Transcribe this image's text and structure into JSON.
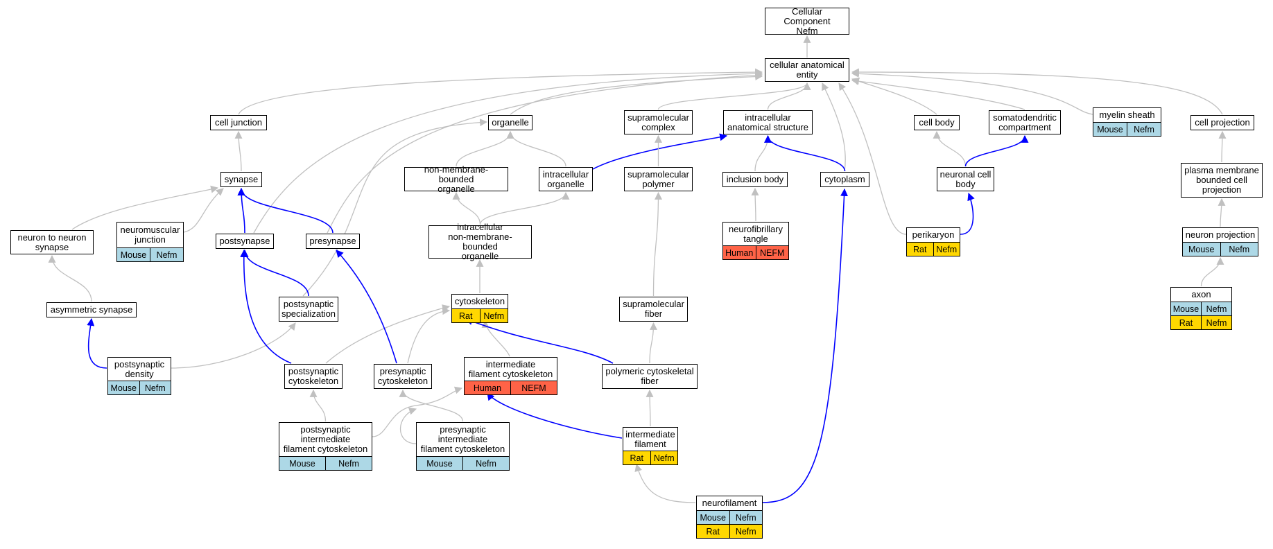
{
  "colors": {
    "is_a_edge": "#c0c0c0",
    "part_of_edge": "#0000ff",
    "mouse_badge": "#add8e6",
    "rat_badge": "#ffd700",
    "human_badge": "#ff6347"
  },
  "nodes": [
    {
      "id": "root",
      "label": "Cellular Component\nNefm",
      "badges": []
    },
    {
      "id": "cae",
      "label": "cellular anatomical\nentity",
      "badges": []
    },
    {
      "id": "cell_junction",
      "label": "cell junction",
      "badges": []
    },
    {
      "id": "organelle",
      "label": "organelle",
      "badges": []
    },
    {
      "id": "supramolecular_complex",
      "label": "supramolecular\ncomplex",
      "badges": []
    },
    {
      "id": "ias",
      "label": "intracellular\nanatomical structure",
      "badges": []
    },
    {
      "id": "cell_body",
      "label": "cell body",
      "badges": []
    },
    {
      "id": "somatodendritic",
      "label": "somatodendritic\ncompartment",
      "badges": []
    },
    {
      "id": "myelin_sheath",
      "label": "myelin sheath",
      "badges": [
        {
          "species": "Mouse",
          "gene": "Nefm"
        }
      ]
    },
    {
      "id": "cell_projection",
      "label": "cell projection",
      "badges": []
    },
    {
      "id": "synapse",
      "label": "synapse",
      "badges": []
    },
    {
      "id": "nmbo",
      "label": "non-membrane-bounded\norganelle",
      "badges": []
    },
    {
      "id": "intracellular_organelle",
      "label": "intracellular\norganelle",
      "badges": []
    },
    {
      "id": "supramolecular_polymer",
      "label": "supramolecular\npolymer",
      "badges": []
    },
    {
      "id": "inclusion_body",
      "label": "inclusion body",
      "badges": []
    },
    {
      "id": "cytoplasm",
      "label": "cytoplasm",
      "badges": []
    },
    {
      "id": "neuronal_cell_body",
      "label": "neuronal cell\nbody",
      "badges": []
    },
    {
      "id": "pmbcp",
      "label": "plasma membrane\nbounded cell\nprojection",
      "badges": []
    },
    {
      "id": "n2n_synapse",
      "label": "neuron to neuron\nsynapse",
      "badges": []
    },
    {
      "id": "nmj",
      "label": "neuromuscular\njunction",
      "badges": [
        {
          "species": "Mouse",
          "gene": "Nefm"
        }
      ]
    },
    {
      "id": "postsynapse",
      "label": "postsynapse",
      "badges": []
    },
    {
      "id": "presynapse",
      "label": "presynapse",
      "badges": []
    },
    {
      "id": "inmbo",
      "label": "intracellular\nnon-membrane-bounded\norganelle",
      "badges": []
    },
    {
      "id": "nft",
      "label": "neurofibrillary\ntangle",
      "badges": [
        {
          "species": "Human",
          "gene": "NEFM"
        }
      ]
    },
    {
      "id": "perikaryon",
      "label": "perikaryon",
      "badges": [
        {
          "species": "Rat",
          "gene": "Nefm"
        }
      ]
    },
    {
      "id": "neuron_projection",
      "label": "neuron projection",
      "badges": [
        {
          "species": "Mouse",
          "gene": "Nefm"
        }
      ]
    },
    {
      "id": "axon",
      "label": "axon",
      "badges": [
        {
          "species": "Mouse",
          "gene": "Nefm"
        },
        {
          "species": "Rat",
          "gene": "Nefm"
        }
      ]
    },
    {
      "id": "asymmetric_synapse",
      "label": "asymmetric synapse",
      "badges": []
    },
    {
      "id": "postsynaptic_specialization",
      "label": "postsynaptic\nspecialization",
      "badges": []
    },
    {
      "id": "cytoskeleton",
      "label": "cytoskeleton",
      "badges": [
        {
          "species": "Rat",
          "gene": "Nefm"
        }
      ]
    },
    {
      "id": "supramolecular_fiber",
      "label": "supramolecular\nfiber",
      "badges": []
    },
    {
      "id": "postsynaptic_density",
      "label": "postsynaptic\ndensity",
      "badges": [
        {
          "species": "Mouse",
          "gene": "Nefm"
        }
      ]
    },
    {
      "id": "postsynaptic_cytoskeleton",
      "label": "postsynaptic\ncytoskeleton",
      "badges": []
    },
    {
      "id": "presynaptic_cytoskeleton",
      "label": "presynaptic\ncytoskeleton",
      "badges": []
    },
    {
      "id": "ifc",
      "label": "intermediate\nfilament cytoskeleton",
      "badges": [
        {
          "species": "Human",
          "gene": "NEFM"
        }
      ]
    },
    {
      "id": "pcf",
      "label": "polymeric cytoskeletal\nfiber",
      "badges": []
    },
    {
      "id": "post_ifc",
      "label": "postsynaptic\nintermediate\nfilament cytoskeleton",
      "badges": [
        {
          "species": "Mouse",
          "gene": "Nefm"
        }
      ]
    },
    {
      "id": "pre_ifc",
      "label": "presynaptic\nintermediate\nfilament cytoskeleton",
      "badges": [
        {
          "species": "Mouse",
          "gene": "Nefm"
        }
      ]
    },
    {
      "id": "intermediate_filament",
      "label": "intermediate\nfilament",
      "badges": [
        {
          "species": "Rat",
          "gene": "Nefm"
        }
      ]
    },
    {
      "id": "neurofilament",
      "label": "neurofilament",
      "badges": [
        {
          "species": "Mouse",
          "gene": "Nefm"
        },
        {
          "species": "Rat",
          "gene": "Nefm"
        }
      ]
    }
  ],
  "edges": [
    {
      "from": "cae",
      "to": "root",
      "type": "is_a"
    },
    {
      "from": "cell_junction",
      "to": "cae",
      "type": "is_a"
    },
    {
      "from": "organelle",
      "to": "cae",
      "type": "is_a"
    },
    {
      "from": "supramolecular_complex",
      "to": "cae",
      "type": "is_a"
    },
    {
      "from": "ias",
      "to": "cae",
      "type": "is_a"
    },
    {
      "from": "cell_body",
      "to": "cae",
      "type": "is_a"
    },
    {
      "from": "somatodendritic",
      "to": "cae",
      "type": "is_a"
    },
    {
      "from": "myelin_sheath",
      "to": "cae",
      "type": "is_a"
    },
    {
      "from": "cell_projection",
      "to": "cae",
      "type": "is_a"
    },
    {
      "from": "cytoplasm",
      "to": "cae",
      "type": "is_a"
    },
    {
      "from": "perikaryon",
      "to": "cae",
      "type": "is_a"
    },
    {
      "from": "postsynapse",
      "to": "cae",
      "type": "is_a"
    },
    {
      "from": "presynapse",
      "to": "cae",
      "type": "is_a"
    },
    {
      "from": "synapse",
      "to": "cell_junction",
      "type": "is_a"
    },
    {
      "from": "nmbo",
      "to": "organelle",
      "type": "is_a"
    },
    {
      "from": "intracellular_organelle",
      "to": "organelle",
      "type": "is_a"
    },
    {
      "from": "postsynaptic_specialization",
      "to": "organelle",
      "type": "is_a"
    },
    {
      "from": "intracellular_organelle",
      "to": "ias",
      "type": "part_of"
    },
    {
      "from": "supramolecular_polymer",
      "to": "supramolecular_complex",
      "type": "is_a"
    },
    {
      "from": "inclusion_body",
      "to": "ias",
      "type": "is_a"
    },
    {
      "from": "cytoplasm",
      "to": "ias",
      "type": "part_of"
    },
    {
      "from": "neuronal_cell_body",
      "to": "cell_body",
      "type": "is_a"
    },
    {
      "from": "neuronal_cell_body",
      "to": "somatodendritic",
      "type": "part_of"
    },
    {
      "from": "pmbcp",
      "to": "cell_projection",
      "type": "is_a"
    },
    {
      "from": "n2n_synapse",
      "to": "synapse",
      "type": "is_a"
    },
    {
      "from": "nmj",
      "to": "synapse",
      "type": "is_a"
    },
    {
      "from": "postsynapse",
      "to": "synapse",
      "type": "part_of"
    },
    {
      "from": "presynapse",
      "to": "synapse",
      "type": "part_of"
    },
    {
      "from": "inmbo",
      "to": "nmbo",
      "type": "is_a"
    },
    {
      "from": "inmbo",
      "to": "intracellular_organelle",
      "type": "is_a"
    },
    {
      "from": "nft",
      "to": "inclusion_body",
      "type": "is_a"
    },
    {
      "from": "perikaryon",
      "to": "neuronal_cell_body",
      "type": "part_of"
    },
    {
      "from": "neuron_projection",
      "to": "pmbcp",
      "type": "is_a"
    },
    {
      "from": "axon",
      "to": "neuron_projection",
      "type": "is_a"
    },
    {
      "from": "asymmetric_synapse",
      "to": "n2n_synapse",
      "type": "is_a"
    },
    {
      "from": "postsynaptic_specialization",
      "to": "postsynapse",
      "type": "part_of"
    },
    {
      "from": "cytoskeleton",
      "to": "inmbo",
      "type": "is_a"
    },
    {
      "from": "supramolecular_fiber",
      "to": "supramolecular_polymer",
      "type": "is_a"
    },
    {
      "from": "postsynaptic_density",
      "to": "asymmetric_synapse",
      "type": "part_of"
    },
    {
      "from": "postsynaptic_density",
      "to": "postsynaptic_specialization",
      "type": "is_a"
    },
    {
      "from": "postsynaptic_cytoskeleton",
      "to": "postsynapse",
      "type": "part_of"
    },
    {
      "from": "postsynaptic_cytoskeleton",
      "to": "cytoskeleton",
      "type": "is_a"
    },
    {
      "from": "presynaptic_cytoskeleton",
      "to": "presynapse",
      "type": "part_of"
    },
    {
      "from": "presynaptic_cytoskeleton",
      "to": "cytoskeleton",
      "type": "is_a"
    },
    {
      "from": "ifc",
      "to": "cytoskeleton",
      "type": "is_a"
    },
    {
      "from": "pcf",
      "to": "cytoskeleton",
      "type": "part_of"
    },
    {
      "from": "pcf",
      "to": "supramolecular_fiber",
      "type": "is_a"
    },
    {
      "from": "post_ifc",
      "to": "postsynaptic_cytoskeleton",
      "type": "is_a"
    },
    {
      "from": "post_ifc",
      "to": "ifc",
      "type": "is_a"
    },
    {
      "from": "pre_ifc",
      "to": "presynaptic_cytoskeleton",
      "type": "is_a"
    },
    {
      "from": "pre_ifc",
      "to": "ifc",
      "type": "is_a"
    },
    {
      "from": "intermediate_filament",
      "to": "ifc",
      "type": "part_of"
    },
    {
      "from": "intermediate_filament",
      "to": "pcf",
      "type": "is_a"
    },
    {
      "from": "neurofilament",
      "to": "intermediate_filament",
      "type": "is_a"
    },
    {
      "from": "neurofilament",
      "to": "cytoplasm",
      "type": "part_of"
    }
  ]
}
